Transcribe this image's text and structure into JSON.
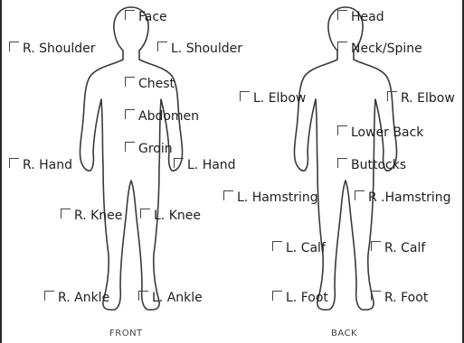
{
  "front": {
    "label": "FRONT",
    "checkboxes": [
      {
        "label": "Face",
        "checked": false
      },
      {
        "label": "R. Shoulder",
        "checked": false
      },
      {
        "label": "L. Shoulder",
        "checked": false
      },
      {
        "label": "Chest",
        "checked": false
      },
      {
        "label": "Abdomen",
        "checked": false
      },
      {
        "label": "Groin",
        "checked": false
      },
      {
        "label": "R. Hand",
        "checked": false
      },
      {
        "label": "L. Hand",
        "checked": false
      },
      {
        "label": "R. Knee",
        "checked": false
      },
      {
        "label": "L. Knee",
        "checked": false
      },
      {
        "label": "R. Ankle",
        "checked": false
      },
      {
        "label": "L. Ankle",
        "checked": false
      }
    ]
  },
  "back": {
    "label": "BACK",
    "checkboxes": [
      {
        "label": "Head",
        "checked": false
      },
      {
        "label": "Neck/Spine",
        "checked": false
      },
      {
        "label": "L. Elbow",
        "checked": false
      },
      {
        "label": "R. Elbow",
        "checked": false
      },
      {
        "label": "Lower Back",
        "checked": false
      },
      {
        "label": "Buttocks",
        "checked": false
      },
      {
        "label": "L. Hamstring",
        "checked": false
      },
      {
        "label": "R .Hamstring",
        "checked": false
      },
      {
        "label": "L. Calf",
        "checked": false
      },
      {
        "label": "R. Calf",
        "checked": false
      },
      {
        "label": "L. Foot",
        "checked": false
      },
      {
        "label": "R. Foot",
        "checked": false
      }
    ]
  }
}
